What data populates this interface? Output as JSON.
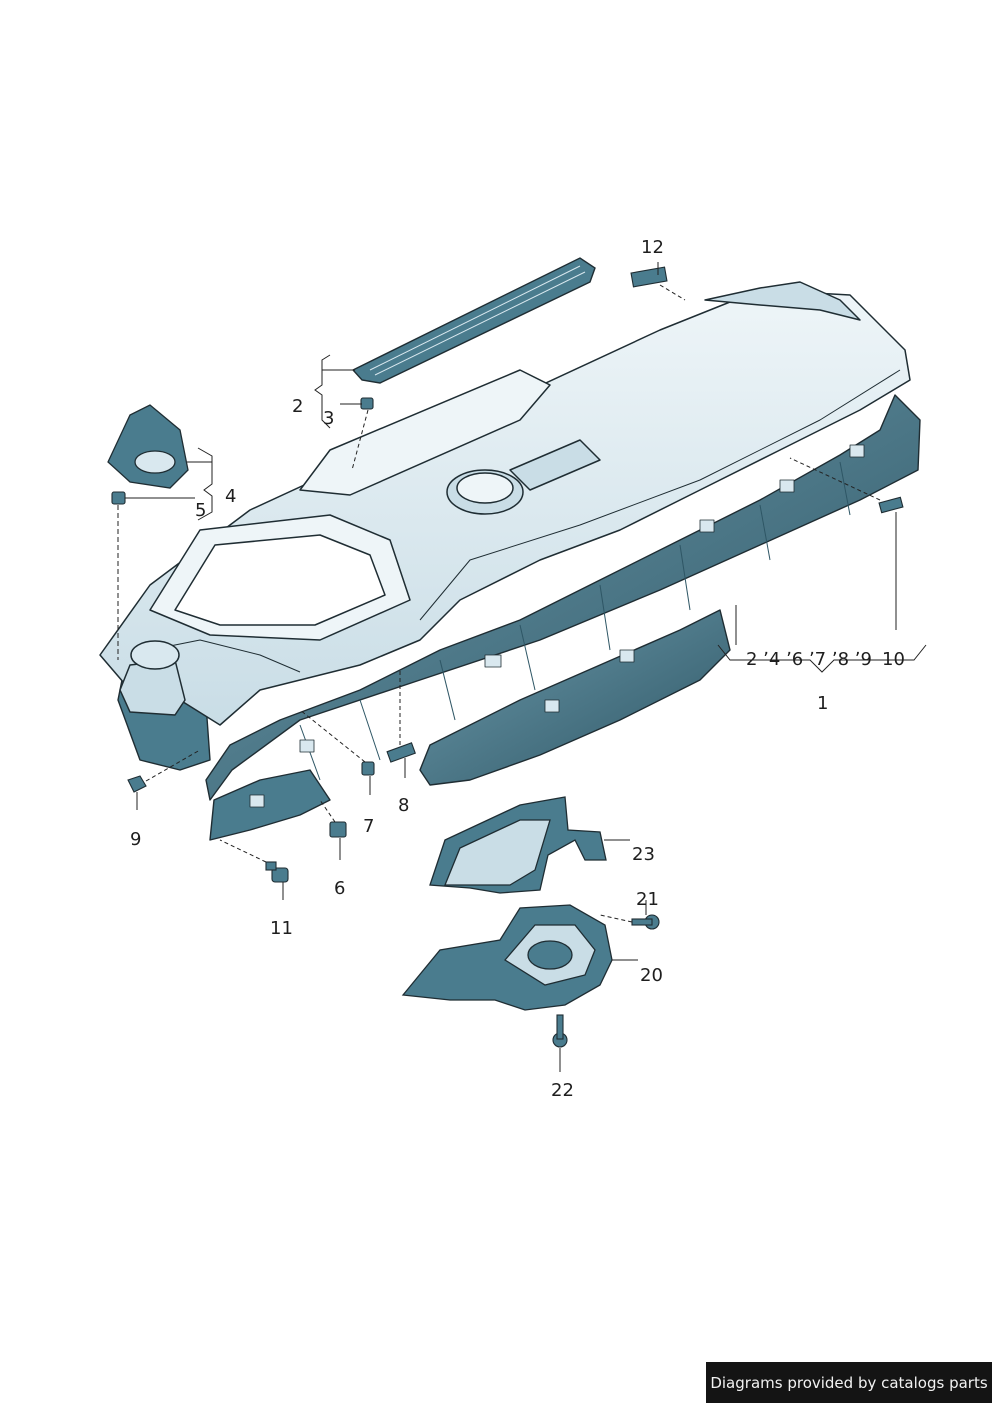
{
  "colors": {
    "background": "#ffffff",
    "part_fill": "#d9e8ef",
    "part_light": "#eef5f8",
    "frame_fill": "#4a7c8e",
    "frame_dark": "#2e5665",
    "outline": "#1f2d33",
    "leader": "#222222",
    "badge": "#141414",
    "badge_text": "#f2f2f2"
  },
  "callouts": {
    "c1": "1",
    "c2": "2",
    "c3": "3",
    "c4": "4",
    "c5": "5",
    "c6": "6",
    "c7": "7",
    "c8": "8",
    "c9": "9",
    "c10": "10",
    "c11": "11",
    "c12": "12",
    "c20": "20",
    "c21": "21",
    "c22": "22",
    "c23": "23",
    "group_list": "2 ʼ4 ʼ6 ʼ7 ʼ8 ʼ9"
  },
  "footer": {
    "credit": "Diagrams provided by catalogs parts"
  }
}
